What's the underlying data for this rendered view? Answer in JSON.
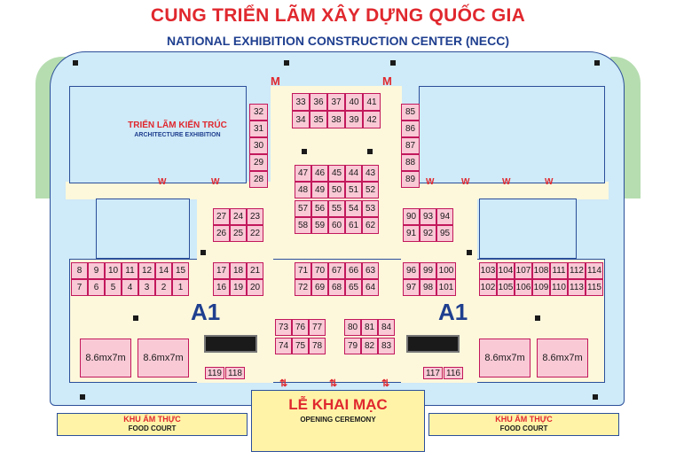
{
  "title_vi": "CUNG TRIỂN LÃM XÂY DỰNG QUỐC GIA",
  "title_en": "NATIONAL EXHIBITION CONSTRUCTION CENTER (NECC)",
  "arch_vi": "TRIỂN LÃM KIẾN TRÚC",
  "arch_en": "ARCHITECTURE EXHIBITION",
  "hall_left": "A1",
  "hall_right": "A1",
  "ceremony_vi": "LỄ KHAI MẠC",
  "ceremony_en": "OPENING CEREMONY",
  "food_left_vi": "KHU ẨM THỰC",
  "food_left_en": "FOOD COURT",
  "food_right_vi": "KHU ẨM THỰC",
  "food_right_en": "FOOD COURT",
  "big_booth_label": "8.6mx7m",
  "booths": {
    "b32": "32",
    "b31": "31",
    "b30": "30",
    "b29": "29",
    "b28": "28",
    "b33": "33",
    "b36": "36",
    "b37": "37",
    "b40": "40",
    "b41": "41",
    "b34": "34",
    "b35": "35",
    "b38": "38",
    "b39": "39",
    "b42": "42",
    "b85": "85",
    "b86": "86",
    "b87": "87",
    "b88": "88",
    "b89": "89",
    "b47": "47",
    "b46": "46",
    "b45": "45",
    "b44": "44",
    "b43": "43",
    "b48": "48",
    "b49": "49",
    "b50": "50",
    "b51": "51",
    "b52": "52",
    "b57": "57",
    "b56": "56",
    "b55": "55",
    "b54": "54",
    "b53": "53",
    "b58": "58",
    "b59": "59",
    "b60": "60",
    "b61": "61",
    "b62": "62",
    "b27": "27",
    "b24": "24",
    "b23": "23",
    "b26": "26",
    "b25": "25",
    "b22": "22",
    "b90": "90",
    "b93": "93",
    "b94": "94",
    "b91": "91",
    "b92": "92",
    "b95": "95",
    "b8": "8",
    "b9": "9",
    "b10": "10",
    "b11": "11",
    "b12": "12",
    "b14": "14",
    "b15": "15",
    "b7": "7",
    "b6": "6",
    "b5": "5",
    "b4": "4",
    "b3": "3",
    "b2": "2",
    "b1": "1",
    "b17": "17",
    "b18": "18",
    "b21": "21",
    "b16": "16",
    "b19": "19",
    "b20": "20",
    "b71": "71",
    "b70": "70",
    "b67": "67",
    "b66": "66",
    "b63": "63",
    "b72": "72",
    "b69": "69",
    "b68": "68",
    "b65": "65",
    "b64": "64",
    "b96": "96",
    "b99": "99",
    "b100": "100",
    "b97": "97",
    "b98": "98",
    "b101": "101",
    "b103": "103",
    "b104": "104",
    "b107": "107",
    "b108": "108",
    "b111": "111",
    "b112": "112",
    "b114": "114",
    "b102": "102",
    "b105": "105",
    "b106": "106",
    "b109": "109",
    "b110": "110",
    "b113": "113",
    "b115": "115",
    "b73": "73",
    "b76": "76",
    "b77": "77",
    "b74": "74",
    "b75": "75",
    "b78": "78",
    "b80": "80",
    "b81": "81",
    "b84": "84",
    "b79": "79",
    "b82": "82",
    "b83": "83",
    "b119": "119",
    "b118": "118",
    "b117": "117",
    "b116": "116"
  },
  "colors": {
    "red": "#e0282e",
    "blue": "#1f3f8f",
    "booth": "#f9c9d6",
    "hall": "#fdf8dc",
    "green": "#b6ddb0",
    "food": "#fff3a8"
  }
}
